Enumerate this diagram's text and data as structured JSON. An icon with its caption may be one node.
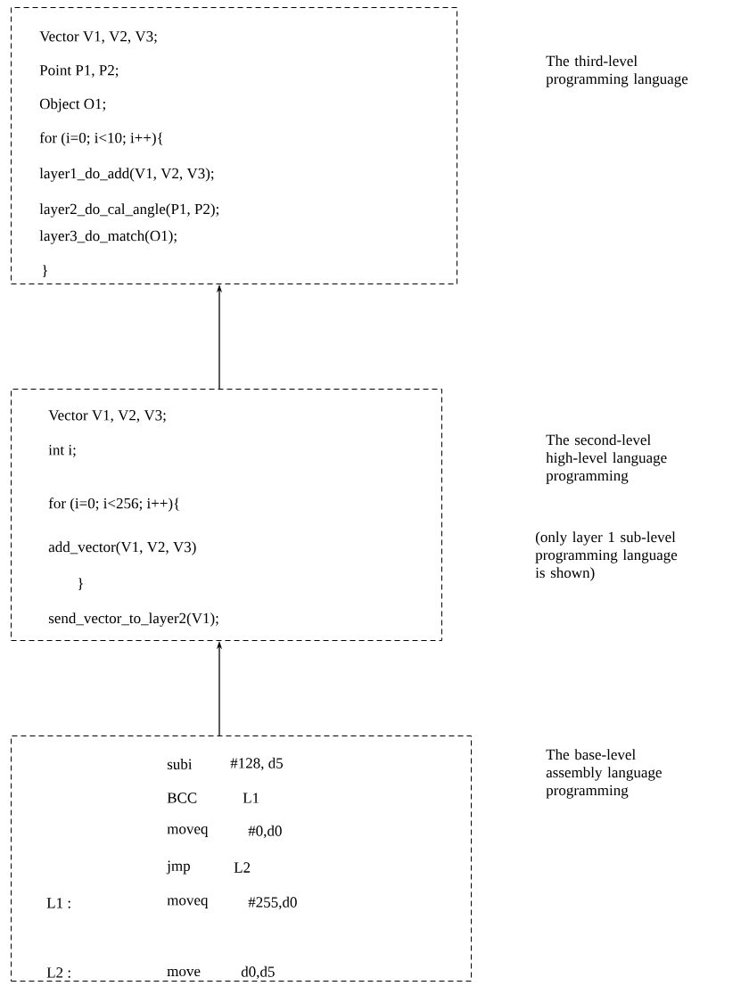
{
  "diagram": {
    "nodes": [
      {
        "text": [
          "Vector V1, V2, V3;",
          "Point P1, P2;",
          "Object O1;",
          "for (i=0; i<10; i++){",
          "layer1_do_add(V1, V2, V3);",
          "layer2_do_cal_angle(P1, P2);",
          "layer3_do_match(O1);",
          "}"
        ]
      },
      {
        "text": [
          "Vector V1, V2, V3;",
          "int i;",
          "for (i=0; i<256; i++){",
          "add_vector(V1, V2, V3)",
          "}",
          "send_vector_to_layer2(V1);"
        ]
      },
      {
        "text": [
          "subi",
          "#128, d5",
          "BCC",
          "L1",
          "moveq",
          "#0,d0",
          "jmp",
          "L2",
          "L1 :",
          "moveq",
          "#255,d0",
          "L2 :",
          "move",
          "d0,d5"
        ]
      }
    ],
    "labels": [
      "The third-level programming language",
      "The second-level high-level language programming",
      "(only layer 1 sub-level programming language is shown)",
      "The base-level assembly language programming"
    ],
    "edges": [
      {
        "from": 1,
        "to": 0,
        "arrow": "to"
      },
      {
        "from": 2,
        "to": 1,
        "arrow": "to"
      }
    ]
  }
}
